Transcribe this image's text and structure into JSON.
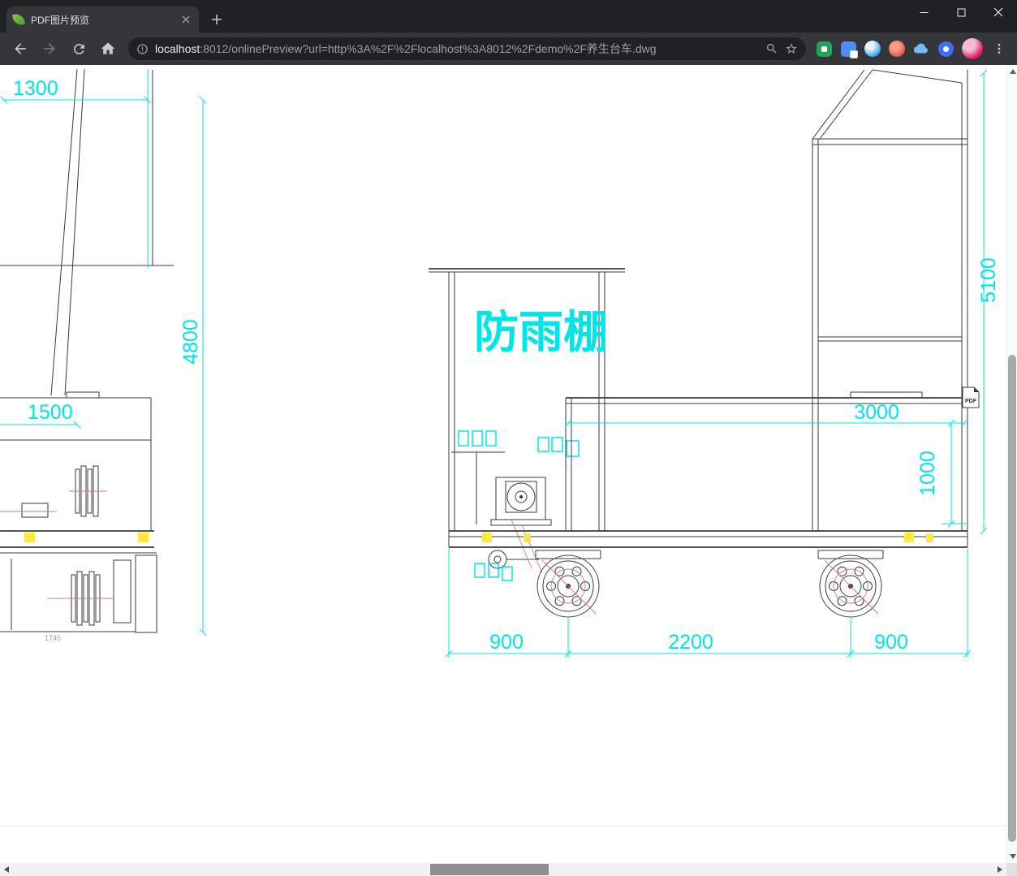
{
  "colors": {
    "dim": "#00e6e6",
    "line": "#3a3a3e",
    "hl": "#ffe93a",
    "red": "#d4788c"
  },
  "window": {
    "tab_title": "PDF图片预览"
  },
  "address": {
    "host": "localhost",
    "path": ":8012/onlinePreview?url=http%3A%2F%2Flocalhost%3A8012%2Fdemo%2F养生台车.dwg"
  },
  "drawing": {
    "shelter_label": "防雨棚",
    "pdf_badge": "PDF",
    "dims": {
      "w_top_left": "1300",
      "h_left": "4800",
      "w_left_mid": "1500",
      "w_left_bottom": "1745",
      "h_right": "5100",
      "w_beam": "3000",
      "h_beam": "1000",
      "span_left": "900",
      "span_mid": "2200",
      "span_right": "900"
    }
  }
}
